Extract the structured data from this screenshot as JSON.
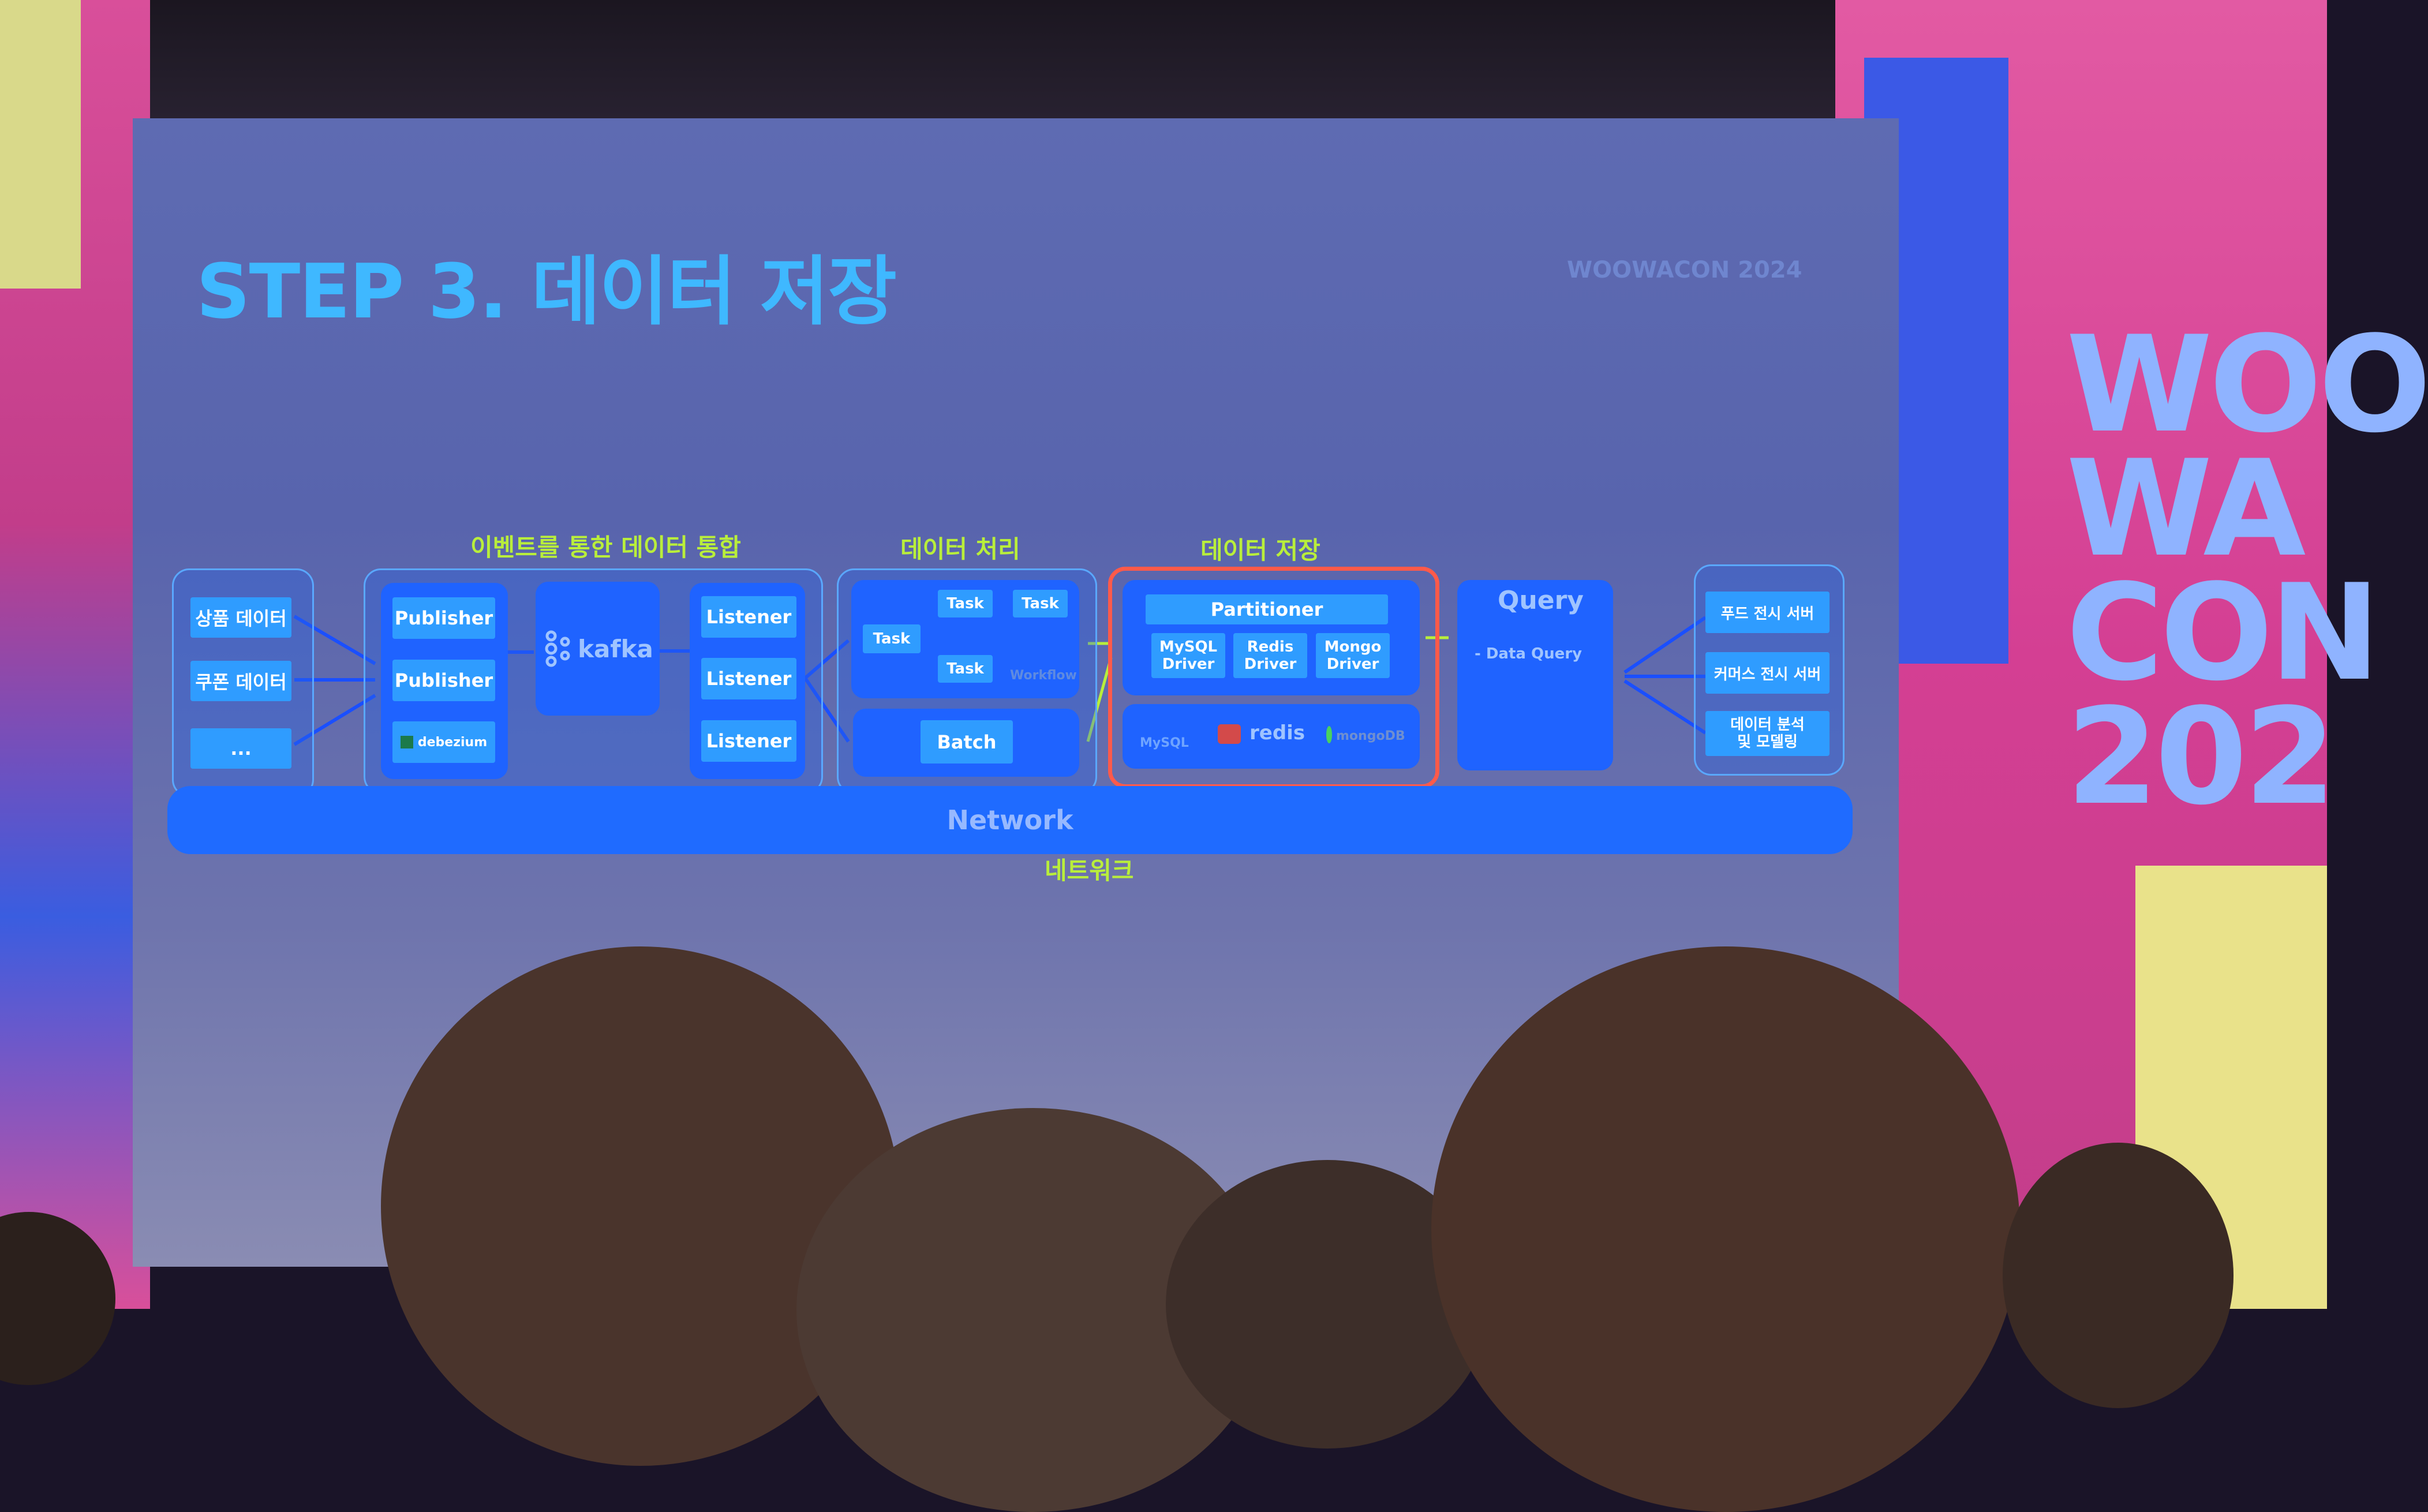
{
  "slide": {
    "title": "STEP 3. 데이터 저장",
    "brand": "WOOWACON 2024"
  },
  "stage": {
    "sign_text": "WOO\nWA\nCON\n202"
  },
  "sections": {
    "integration": "이벤트를 통한 데이터 통합",
    "processing": "데이터 처리",
    "storage": "데이터 저장"
  },
  "sources": [
    "상품 데이터",
    "쿠폰 데이터",
    "..."
  ],
  "publishers": [
    "Publisher",
    "Publisher",
    "debezium"
  ],
  "broker": "kafka",
  "listeners": [
    "Listener",
    "Listener",
    "Listener"
  ],
  "processing": {
    "tasks": [
      "Task",
      "Task",
      "Task",
      "Task"
    ],
    "workflow_label": "Workflow",
    "batch": "Batch"
  },
  "storage": {
    "partitioner": "Partitioner",
    "drivers": [
      "MySQL\nDriver",
      "Redis\nDriver",
      "Mongo\nDriver"
    ],
    "databases": [
      "MySQL",
      "redis",
      "mongoDB"
    ]
  },
  "query": {
    "title": "Query",
    "item": "- Data Query"
  },
  "consumers": [
    "푸드 전시 서버",
    "커머스 전시 서버",
    "데이터 분석\n및 모델링"
  ],
  "network": {
    "label": "Network",
    "caption": "네트워크"
  },
  "colors": {
    "accent_green": "#b9ee3b",
    "title_blue": "#3fb8ff",
    "node_blue": "#1f63ff",
    "tile_blue": "#2f9cff",
    "highlight_red": "#ff5a4a"
  }
}
